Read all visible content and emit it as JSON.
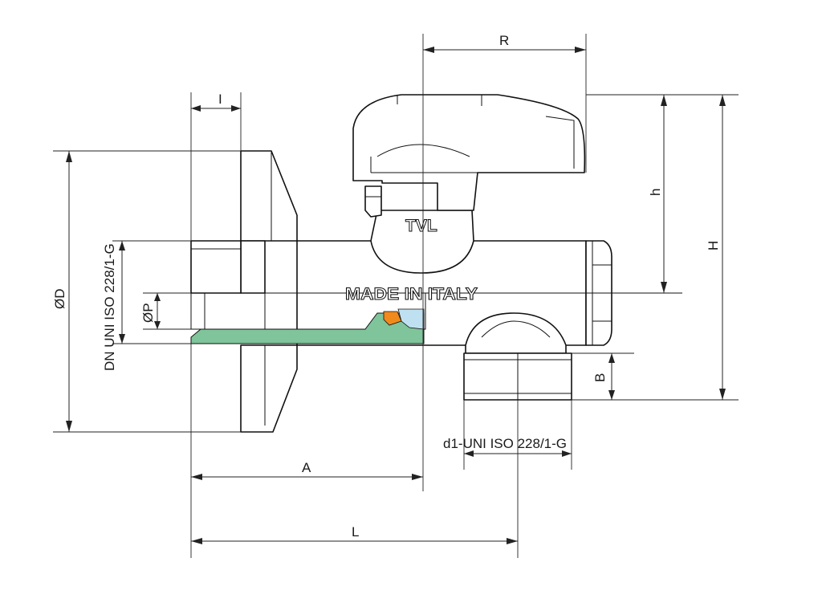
{
  "drawing": {
    "stamp_brand": "TVL",
    "stamp_origin": "MADE IN ITALY"
  },
  "dimensions": {
    "R": "R",
    "I": "I",
    "h": "h",
    "H": "H",
    "D": "ØD",
    "P": "ØP",
    "DN": "DN UNI ISO 228/1-G",
    "B": "B",
    "d1": "d1-UNI ISO 228/1-G",
    "A": "A",
    "L": "L"
  },
  "colors": {
    "seal_ring": "#7fc49a",
    "orange_insert": "#f08a1c",
    "blue_insert": "#bfe0f0",
    "line": "#111111"
  }
}
